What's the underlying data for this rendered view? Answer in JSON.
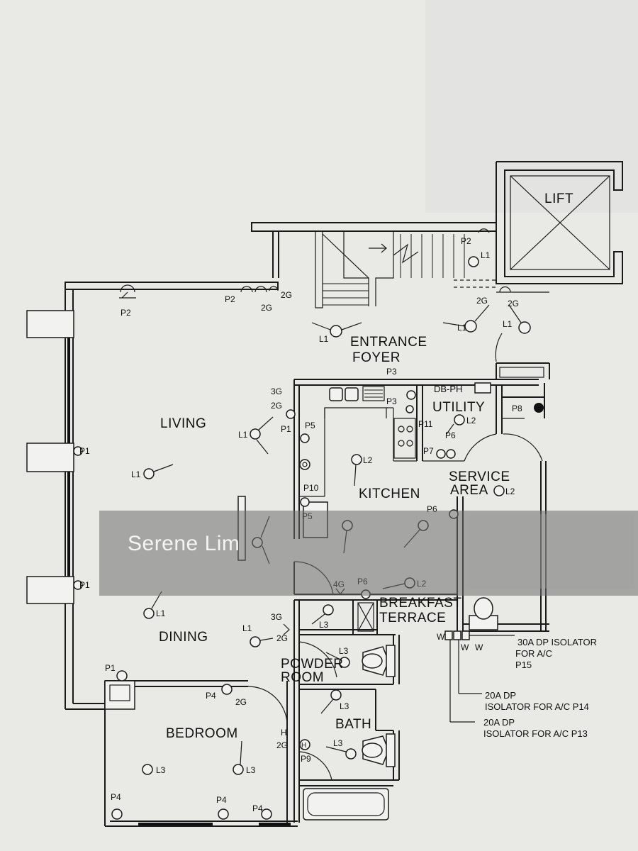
{
  "rooms": {
    "lift": "LIFT",
    "entrance_foyer_1": "ENTRANCE",
    "entrance_foyer_2": "FOYER",
    "living": "LIVING",
    "utility": "UTILITY",
    "db_ph": "DB-PH",
    "service_area_1": "SERVICE",
    "service_area_2": "AREA",
    "kitchen": "KITCHEN",
    "breakfast_terrace_1": "BREAKFAST",
    "breakfast_terrace_2": "TERRACE",
    "dining": "DINING",
    "powder_room_1": "POWDER",
    "powder_room_2": "ROOM",
    "bath": "BATH",
    "bedroom": "BEDROOM"
  },
  "symbols": {
    "p1": "P1",
    "p2": "P2",
    "p3": "P3",
    "p4": "P4",
    "p5": "P5",
    "p6": "P6",
    "p7": "P7",
    "p8": "P8",
    "p9": "P9",
    "p10": "P10",
    "p11": "P11",
    "l1": "L1",
    "l2": "L2",
    "l3": "L3",
    "g2": "2G",
    "g3": "3G",
    "g4": "4G",
    "h": "H",
    "w": "W"
  },
  "notes": {
    "iso_p15_1": "30A DP ISOLATOR",
    "iso_p15_2": "FOR A/C",
    "iso_p15_3": "P15",
    "iso_p14_1": "20A DP",
    "iso_p14_2": "ISOLATOR FOR A/C P14",
    "iso_p13_1": "20A DP",
    "iso_p13_2": "ISOLATOR FOR A/C P13"
  },
  "watermark": "Serene Lim"
}
